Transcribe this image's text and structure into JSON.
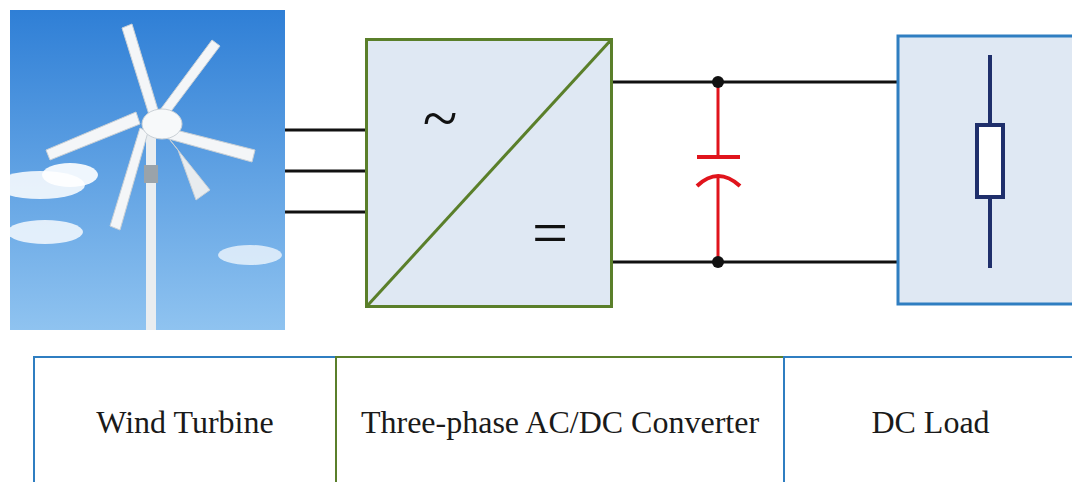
{
  "diagram": {
    "nodes": [
      {
        "text": [
          "~",
          "="
        ]
      },
      {
        "text": [
          "Wind Turbine"
        ]
      },
      {
        "text": [
          "Three-phase AC/DC Converter"
        ]
      },
      {
        "text": [
          "DC Load"
        ]
      }
    ]
  }
}
